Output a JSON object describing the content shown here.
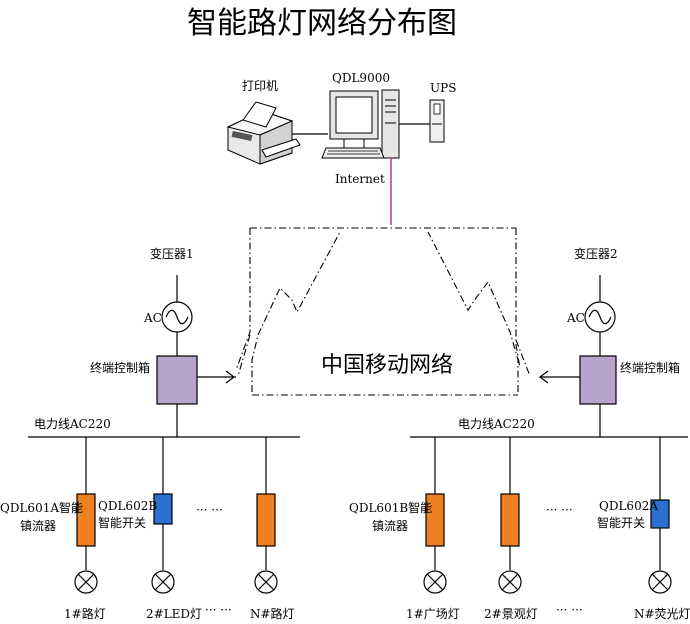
{
  "title": "智能路灯网络分布图",
  "top": {
    "printer": "打印机",
    "server": "QDL9000",
    "ups": "UPS",
    "internet": "Internet"
  },
  "network": "中国移动网络",
  "left": {
    "transformer": "变压器1",
    "ac": "AC",
    "controller": "终端控制箱",
    "powerline": "电力线AC220",
    "dev1": [
      "QDL601A智能",
      "镇流器"
    ],
    "dev2": [
      "QDL602B",
      "智能开关"
    ],
    "dots": "··· ···",
    "lamp1": "1#路灯",
    "lamp2": "2#LED灯",
    "lamp_dots": "··· ···",
    "lamp3": "N#路灯"
  },
  "right": {
    "transformer": "变压器2",
    "ac": "AC",
    "controller": "终端控制箱",
    "powerline": "电力线AC220",
    "dev1": [
      "QDL601B智能",
      "镇流器"
    ],
    "dots": "··· ···",
    "dev3": [
      "QDL602A",
      "智能开关"
    ],
    "lamp1": "1#广场灯",
    "lamp2": "2#景观灯",
    "lamp_dots": "··· ···",
    "lamp3": "N#荧光灯"
  },
  "colors": {
    "controller": "#b7a3cc",
    "ballast": "#ef8021",
    "switch": "#2b6fd0",
    "internet_link": "#b437b4"
  }
}
